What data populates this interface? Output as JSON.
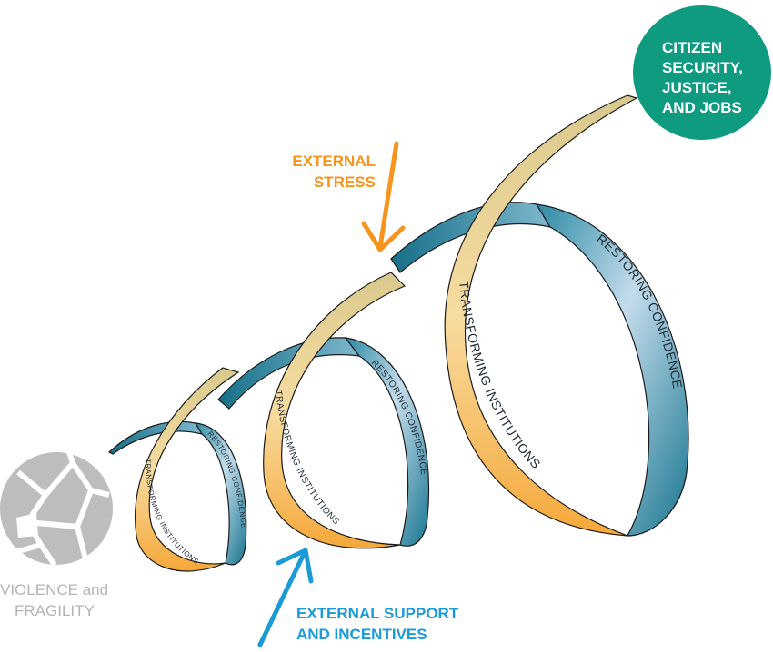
{
  "goal": {
    "lines": [
      "CITIZEN",
      "SECURITY,",
      "JUSTICE,",
      "AND JOBS"
    ],
    "color": "#0f9b80"
  },
  "origin": {
    "lines": [
      "VIOLENCE and",
      "FRAGILITY"
    ],
    "color": "#b4b4b4"
  },
  "external_stress": {
    "lines": [
      "EXTERNAL",
      "STRESS"
    ],
    "color": "#f7941d"
  },
  "external_support": {
    "lines": [
      "EXTERNAL SUPPORT",
      "AND INCENTIVES"
    ],
    "color": "#1b9ad6"
  },
  "loops": [
    {
      "inner_label": "TRANSFORMING INSTITUTIONS",
      "outer_label": "RESTORING CONFIDENCE"
    },
    {
      "inner_label": "TRANSFORMING INSTITUTIONS",
      "outer_label": "RESTORING CONFIDENCE"
    },
    {
      "inner_label": "TRANSFORMING INSTITUTIONS",
      "outer_label": "RESTORING CONFIDENCE"
    }
  ],
  "colors": {
    "ribbon_gold": "#f6c15a",
    "ribbon_gold_light": "#efe0b0",
    "ribbon_blue": "#1f7f98",
    "ribbon_blue_light": "#b9d8ea"
  }
}
